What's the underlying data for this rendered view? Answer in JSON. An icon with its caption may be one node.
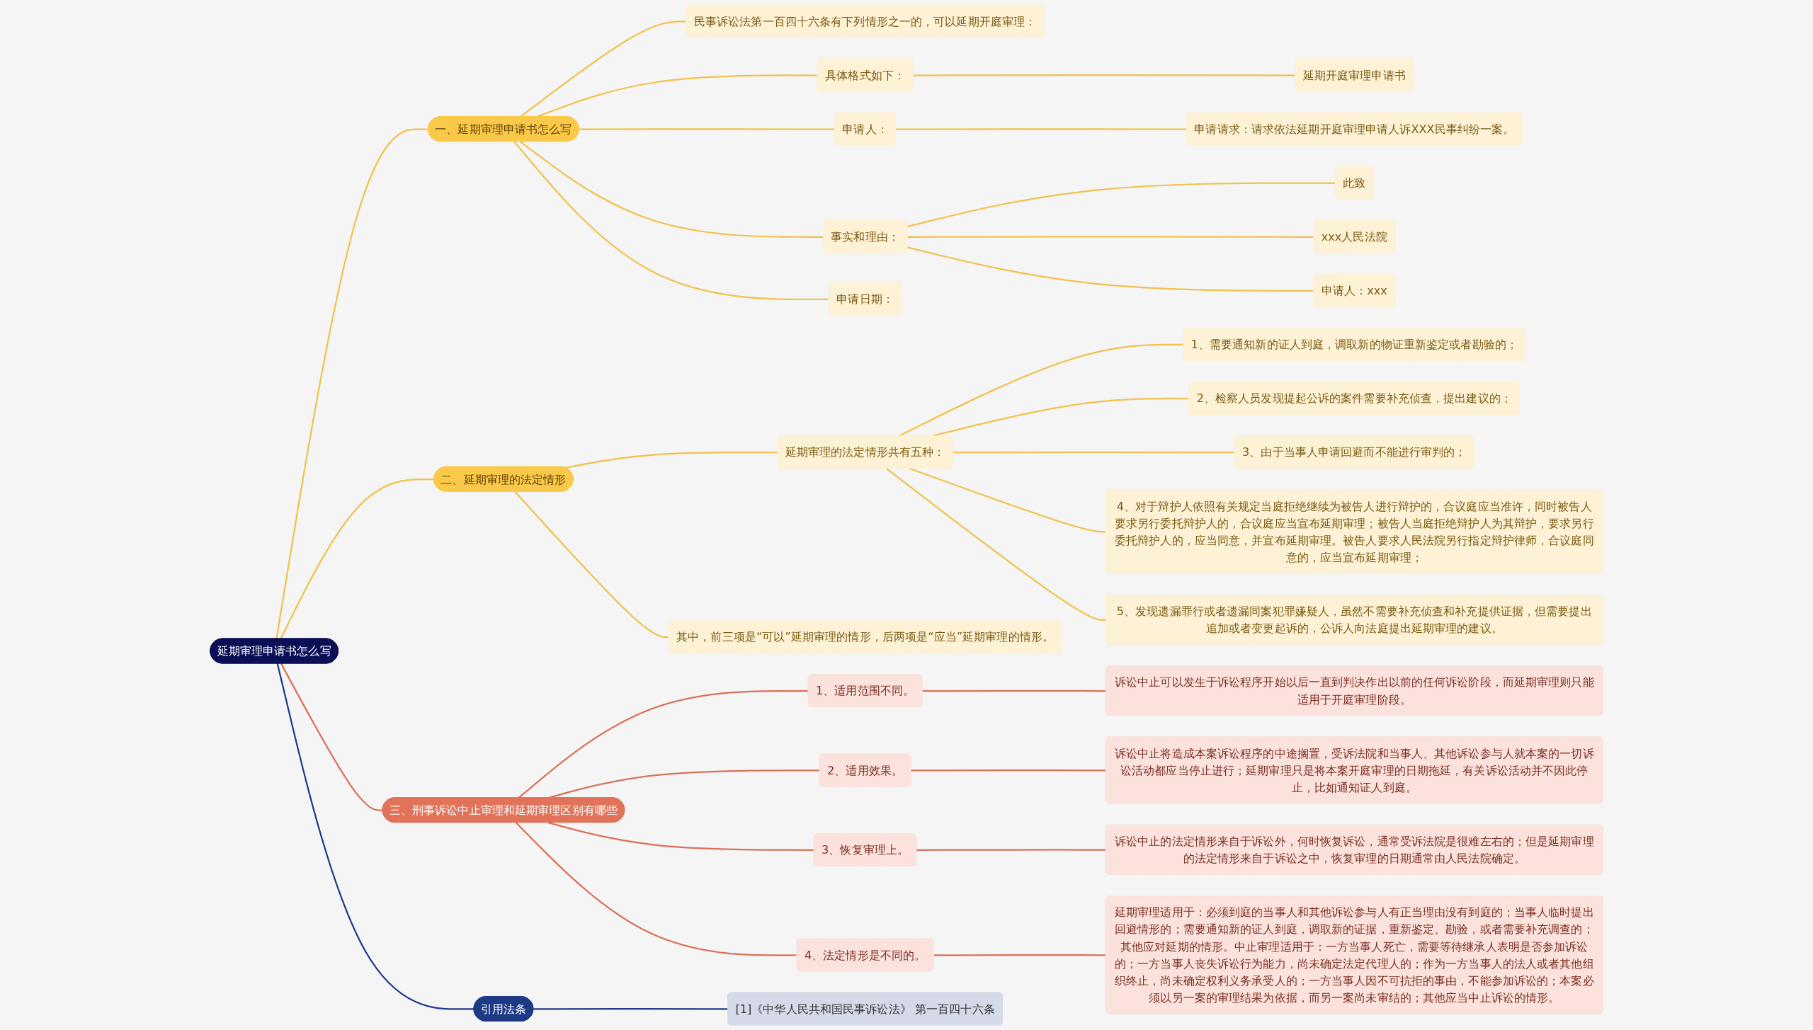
{
  "diagram": {
    "nodes": [
      {
        "text": [
          "延期审理申请书怎么写"
        ]
      },
      {
        "text": [
          "一、延期审理申请书怎么写"
        ]
      },
      {
        "text": [
          "民事诉讼法第一百四十六条有下列情形之一的，可以延期开庭审理："
        ]
      },
      {
        "text": [
          "具体格式如下："
        ]
      },
      {
        "text": [
          "延期开庭审理申请书"
        ]
      },
      {
        "text": [
          "申请人："
        ]
      },
      {
        "text": [
          "申请请求：请求依法延期开庭审理申请人诉XXX民事纠纷一案。"
        ]
      },
      {
        "text": [
          "事实和理由："
        ]
      },
      {
        "text": [
          "此致"
        ]
      },
      {
        "text": [
          "xxx人民法院"
        ]
      },
      {
        "text": [
          "申请人：xxx"
        ]
      },
      {
        "text": [
          "申请日期："
        ]
      },
      {
        "text": [
          "二、延期审理的法定情形"
        ]
      },
      {
        "text": [
          "延期审理的法定情形共有五种："
        ]
      },
      {
        "text": [
          "1、需要通知新的证人到庭，调取新的物证重新鉴定或者勘验的；"
        ]
      },
      {
        "text": [
          "2、检察人员发现提起公诉的案件需要补充侦查，提出建议的；"
        ]
      },
      {
        "text": [
          "3、由于当事人申请回避而不能进行审判的；"
        ]
      },
      {
        "text": [
          "4、对于辩护人依照有关规定当庭拒绝继续为被告人进行辩护的，合议庭应当准许，同时被告人要求另行委托辩护人的，合议庭应当宣布延期审理；被告人当庭拒绝辩护人为其辩护，要求另行委托辩护人的，应当同意，并宣布延期审理。被告人要求人民法院另行指定辩护律师，合议庭同意的，应当宣布延期审理；"
        ]
      },
      {
        "text": [
          "5、发现遗漏罪行或者遗漏同案犯罪嫌疑人，虽然不需要补充侦查和补充提供证据，但需要提出追加或者变更起诉的，公诉人向法庭提出延期审理的建议。"
        ]
      },
      {
        "text": [
          "其中，前三项是“可以”延期审理的情形，后两项是“应当”延期审理的情形。"
        ]
      },
      {
        "text": [
          "三、刑事诉讼中止审理和延期审理区别有哪些"
        ]
      },
      {
        "text": [
          "1、适用范围不同。"
        ]
      },
      {
        "text": [
          "诉讼中止可以发生于诉讼程序开始以后一直到判决作出以前的任何诉讼阶段，而延期审理则只能适用于开庭审理阶段。"
        ]
      },
      {
        "text": [
          "2、适用效果。"
        ]
      },
      {
        "text": [
          "诉讼中止将造成本案诉讼程序的中途搁置，受诉法院和当事人、其他诉讼参与人就本案的一切诉讼活动都应当停止进行；延期审理只是将本案开庭审理的日期拖延，有关诉讼活动并不因此停止，比如通知证人到庭。"
        ]
      },
      {
        "text": [
          "3、恢复审理上。"
        ]
      },
      {
        "text": [
          "诉讼中止的法定情形来自于诉讼外，何时恢复诉讼，通常受诉法院是很难左右的；但是延期审理的法定情形来自于诉讼之中，恢复审理的日期通常由人民法院确定。"
        ]
      },
      {
        "text": [
          "4、法定情形是不同的。"
        ]
      },
      {
        "text": [
          "延期审理适用于：必须到庭的当事人和其他诉讼参与人有正当理由没有到庭的；当事人临时提出回避情形的；需要通知新的证人到庭，调取新的证据，重新鉴定、勘验，或者需要补充调查的；其他应对延期的情形。中止审理适用于：一方当事人死亡，需要等待继承人表明是否参加诉讼的；一方当事人丧失诉讼行为能力，尚未确定法定代理人的；作为一方当事人的法人或者其他组织终止，尚未确定权利义务承受人的；一方当事人因不可抗拒的事由，不能参加诉讼的；本案必须以另一案的审理结果为依据，而另一案尚未审结的；其他应当中止诉讼的情形。"
        ]
      },
      {
        "text": [
          "引用法条"
        ]
      },
      {
        "text": [
          "[1]《中华人民共和国民事诉讼法》 第一百四十六条"
        ]
      }
    ],
    "edges": [
      {
        "from": 0,
        "to": 1,
        "arrow": "none"
      },
      {
        "from": 1,
        "to": 2,
        "arrow": "none"
      },
      {
        "from": 1,
        "to": 3,
        "arrow": "none"
      },
      {
        "from": 3,
        "to": 4,
        "arrow": "none"
      },
      {
        "from": 1,
        "to": 5,
        "arrow": "none"
      },
      {
        "from": 5,
        "to": 6,
        "arrow": "none"
      },
      {
        "from": 1,
        "to": 7,
        "arrow": "none"
      },
      {
        "from": 7,
        "to": 8,
        "arrow": "none"
      },
      {
        "from": 7,
        "to": 9,
        "arrow": "none"
      },
      {
        "from": 7,
        "to": 10,
        "arrow": "none"
      },
      {
        "from": 1,
        "to": 11,
        "arrow": "none"
      },
      {
        "from": 0,
        "to": 12,
        "arrow": "none"
      },
      {
        "from": 12,
        "to": 13,
        "arrow": "none"
      },
      {
        "from": 13,
        "to": 14,
        "arrow": "none"
      },
      {
        "from": 13,
        "to": 15,
        "arrow": "none"
      },
      {
        "from": 13,
        "to": 16,
        "arrow": "none"
      },
      {
        "from": 13,
        "to": 17,
        "arrow": "none"
      },
      {
        "from": 13,
        "to": 18,
        "arrow": "none"
      },
      {
        "from": 12,
        "to": 19,
        "arrow": "none"
      },
      {
        "from": 0,
        "to": 20,
        "arrow": "none",
        "color": "#d9705a"
      },
      {
        "from": 20,
        "to": 21,
        "arrow": "none",
        "color": "#d9705a"
      },
      {
        "from": 21,
        "to": 22,
        "arrow": "none",
        "color": "#d9705a"
      },
      {
        "from": 20,
        "to": 23,
        "arrow": "none",
        "color": "#d9705a"
      },
      {
        "from": 23,
        "to": 24,
        "arrow": "none",
        "color": "#d9705a"
      },
      {
        "from": 20,
        "to": 25,
        "arrow": "none",
        "color": "#d9705a"
      },
      {
        "from": 25,
        "to": 26,
        "arrow": "none",
        "color": "#d9705a"
      },
      {
        "from": 20,
        "to": 27,
        "arrow": "none",
        "color": "#d9705a"
      },
      {
        "from": 27,
        "to": 28,
        "arrow": "none",
        "color": "#d9705a"
      },
      {
        "from": 0,
        "to": 29,
        "arrow": "none",
        "color": "#1f3a85"
      },
      {
        "from": 29,
        "to": 30,
        "arrow": "none",
        "color": "#1f3a85"
      }
    ]
  }
}
